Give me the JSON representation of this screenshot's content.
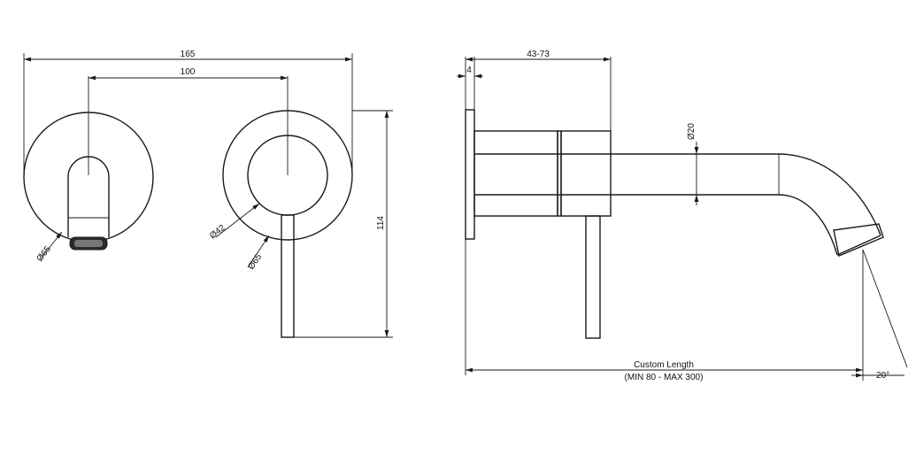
{
  "dimensions": {
    "overall_width": "165",
    "center_distance": "100",
    "height": "114",
    "left_rosette_diameter": "Ø65",
    "cartridge_diameter": "Ø42",
    "right_rosette_diameter": "Ø65",
    "flange_thickness": "4",
    "wall_depth": "43-73",
    "spout_diameter": "Ø20",
    "spout_length": "Custom Length",
    "spout_length_range": "(MIN 80 - MAX 300)",
    "outlet_angle": "20°"
  }
}
